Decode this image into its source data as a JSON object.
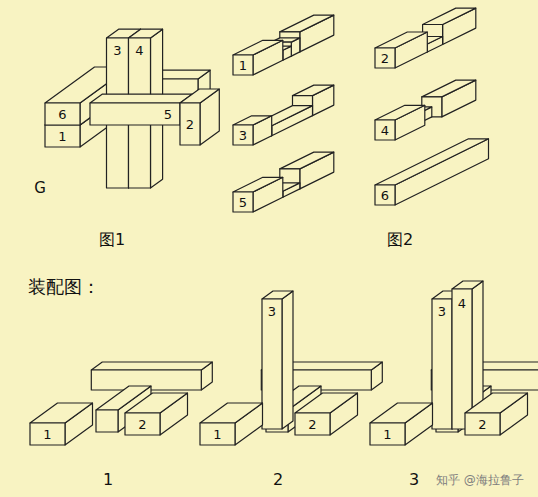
{
  "diagram": {
    "labels": [
      "3",
      "4",
      "6",
      "5",
      "2",
      "1",
      "G",
      "图1",
      "1",
      "2",
      "3",
      "4",
      "5",
      "6",
      "图2",
      "装配图：",
      "1",
      "2",
      "1",
      "3",
      "1",
      "2",
      "2",
      "3",
      "4",
      "1",
      "2",
      "3",
      "知乎 @海拉鲁子"
    ]
  }
}
